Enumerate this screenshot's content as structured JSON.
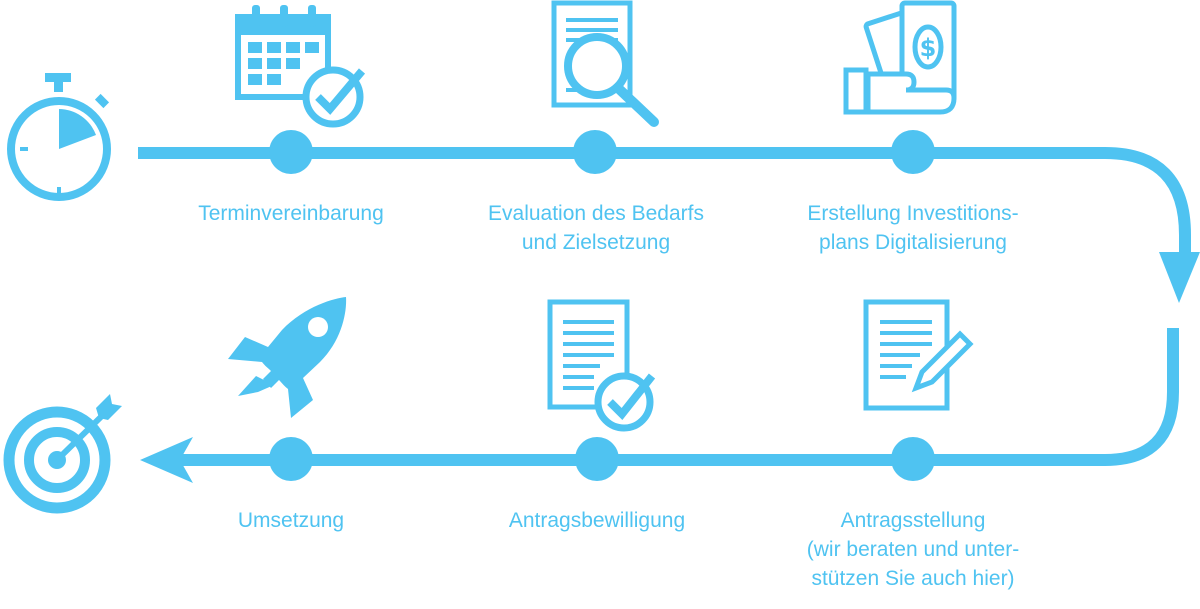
{
  "colors": {
    "primary": "#4fc3f1",
    "background": "#ffffff"
  },
  "start_icon": "stopwatch-icon",
  "end_icon": "target-icon",
  "steps_top": [
    {
      "icon": "calendar-check-icon",
      "lines": [
        "Terminvereinbarung"
      ]
    },
    {
      "icon": "document-search-icon",
      "lines": [
        "Evaluation des Bedarfs",
        "und Zielsetzung"
      ]
    },
    {
      "icon": "hand-money-icon",
      "lines": [
        "Erstellung Investitions-",
        "plans Digitalisierung"
      ]
    }
  ],
  "steps_bottom": [
    {
      "icon": "rocket-icon",
      "lines": [
        "Umsetzung"
      ]
    },
    {
      "icon": "document-check-icon",
      "lines": [
        "Antragsbewilligung"
      ]
    },
    {
      "icon": "document-pen-icon",
      "lines": [
        "Antragsstellung",
        "(wir beraten und unter-",
        "stützen Sie auch hier)"
      ]
    }
  ]
}
